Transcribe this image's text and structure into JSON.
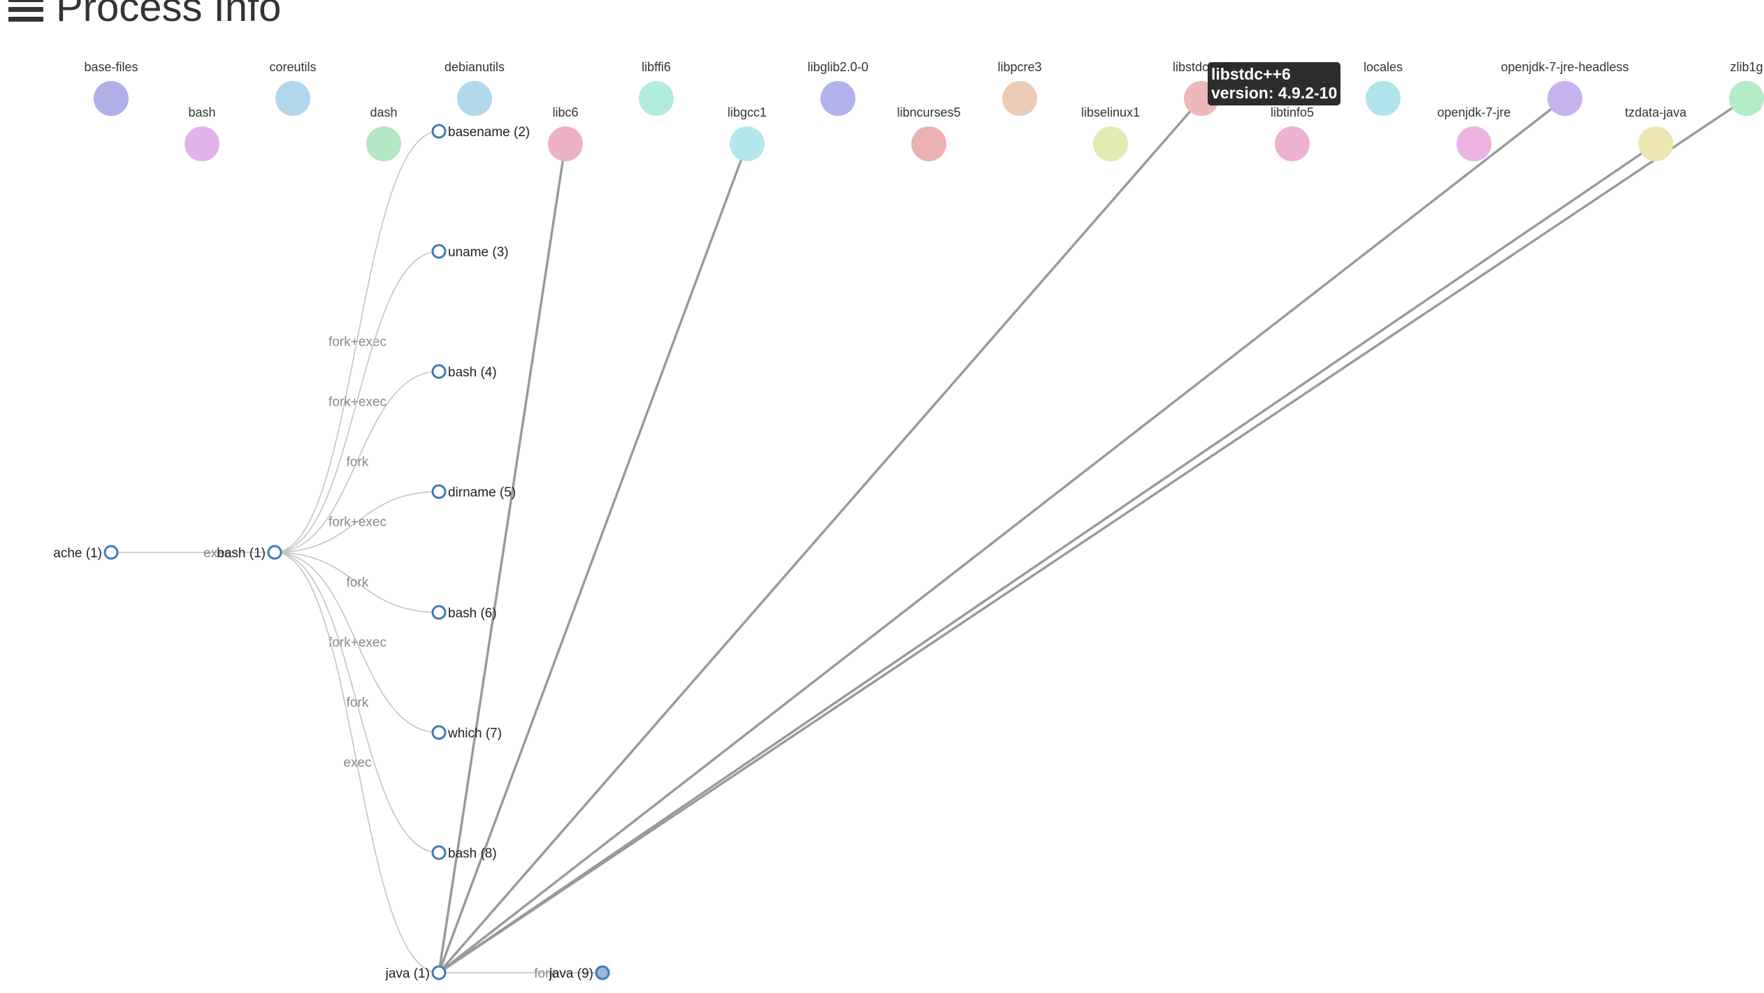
{
  "page": {
    "title": "Process Info"
  },
  "tooltip": {
    "name": "libstdc++6",
    "version": "version: 4.9.2-10"
  },
  "packages": [
    {
      "label": "base-files",
      "color": "#b0b0e8"
    },
    {
      "label": "bash",
      "color": "#e2b2ec"
    },
    {
      "label": "coreutils",
      "color": "#b2d6ec"
    },
    {
      "label": "dash",
      "color": "#b2e8c4"
    },
    {
      "label": "debianutils",
      "color": "#b2d8ec"
    },
    {
      "label": "libc6",
      "color": "#ecb2c4"
    },
    {
      "label": "libffi6",
      "color": "#b2ecdc"
    },
    {
      "label": "libgcc1",
      "color": "#b2e8ec"
    },
    {
      "label": "libglib2.0-0",
      "color": "#b2b2ec"
    },
    {
      "label": "libncurses5",
      "color": "#ecb2b2"
    },
    {
      "label": "libpcre3",
      "color": "#ecccb6"
    },
    {
      "label": "libselinux1",
      "color": "#e0ecb2"
    },
    {
      "label": "libstdc++6",
      "color": "#ecb8b8"
    },
    {
      "label": "libtinfo5",
      "color": "#ecb2d2"
    },
    {
      "label": "locales",
      "color": "#b2e4ec"
    },
    {
      "label": "openjdk-7-jre",
      "color": "#ecb2e0"
    },
    {
      "label": "openjdk-7-jre-headless",
      "color": "#c6b2ec"
    },
    {
      "label": "tzdata-java",
      "color": "#ece6b2"
    },
    {
      "label": "zlib1g",
      "color": "#b2ecc8"
    }
  ],
  "processes": [
    {
      "id": "ache",
      "label": "ache (1)"
    },
    {
      "id": "bash1",
      "label": "bash (1)"
    },
    {
      "id": "basename2",
      "label": "basename (2)"
    },
    {
      "id": "uname3",
      "label": "uname (3)"
    },
    {
      "id": "bash4",
      "label": "bash (4)"
    },
    {
      "id": "dirname5",
      "label": "dirname (5)"
    },
    {
      "id": "bash6",
      "label": "bash (6)"
    },
    {
      "id": "which7",
      "label": "which (7)"
    },
    {
      "id": "bash8",
      "label": "bash (8)"
    },
    {
      "id": "java1",
      "label": "java (1)"
    },
    {
      "id": "java9",
      "label": "java (9)"
    }
  ],
  "process_edges": [
    {
      "from": "ache",
      "to": "bash1",
      "label": "exec"
    },
    {
      "from": "bash1",
      "to": "basename2",
      "label": "fork+exec"
    },
    {
      "from": "bash1",
      "to": "uname3",
      "label": "fork+exec"
    },
    {
      "from": "bash1",
      "to": "bash4",
      "label": "fork"
    },
    {
      "from": "bash1",
      "to": "dirname5",
      "label": "fork+exec"
    },
    {
      "from": "bash1",
      "to": "bash6",
      "label": "fork"
    },
    {
      "from": "bash1",
      "to": "which7",
      "label": "fork+exec"
    },
    {
      "from": "bash1",
      "to": "bash8",
      "label": "fork"
    },
    {
      "from": "bash1",
      "to": "java1",
      "label": "exec"
    },
    {
      "from": "java1",
      "to": "java9",
      "label": "fork"
    }
  ],
  "dependency_links": [
    {
      "from": "java1",
      "to": "libc6"
    },
    {
      "from": "java1",
      "to": "libgcc1"
    },
    {
      "from": "java1",
      "to": "libstdc++6"
    },
    {
      "from": "java1",
      "to": "openjdk-7-jre-headless"
    },
    {
      "from": "java1",
      "to": "tzdata-java"
    },
    {
      "from": "java1",
      "to": "zlib1g"
    }
  ],
  "colors": {
    "process_stroke": "#3d7ab8",
    "process_fill_selected": "#9ab8d8",
    "process_edge": "#c4c4c4",
    "dependency_edge": "#999999"
  }
}
